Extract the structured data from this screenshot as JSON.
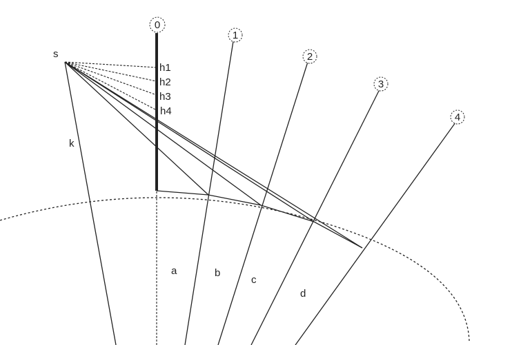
{
  "diagram": {
    "observer_label": "s",
    "sightline_label": "k",
    "tower_labels": [
      "0",
      "1",
      "2",
      "3",
      "4"
    ],
    "height_labels": [
      "h1",
      "h2",
      "h3",
      "h4"
    ],
    "segment_labels": [
      "a",
      "b",
      "c",
      "d"
    ]
  },
  "colors": {
    "stroke": "#222222",
    "background": "#ffffff"
  }
}
